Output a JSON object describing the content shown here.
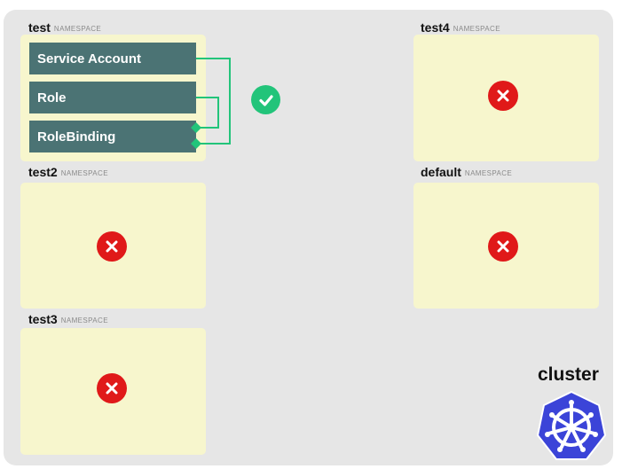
{
  "namespaces": {
    "tag": "NAMESPACE",
    "test": {
      "name": "test"
    },
    "test2": {
      "name": "test2"
    },
    "test3": {
      "name": "test3"
    },
    "test4": {
      "name": "test4"
    },
    "default": {
      "name": "default"
    }
  },
  "resources": {
    "service_account": "Service Account",
    "role": "Role",
    "role_binding": "RoleBinding"
  },
  "cluster": {
    "label": "cluster"
  },
  "colors": {
    "namespace_fill": "#f7f6cd",
    "resource_fill": "#4b7374",
    "connector": "#22c47a",
    "error": "#e01919",
    "success": "#22c47a",
    "kubernetes": "#3b44d8"
  },
  "icons": {
    "success": "check-circle-icon",
    "error": "x-circle-icon",
    "cluster": "kubernetes-logo-icon"
  }
}
